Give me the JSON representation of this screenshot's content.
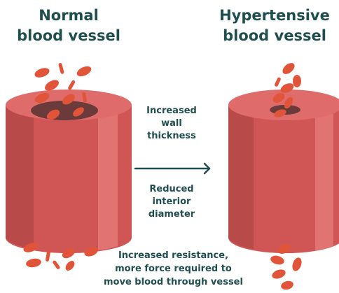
{
  "titles": {
    "normal": [
      "Normal",
      "blood vessel"
    ],
    "hypertensive": [
      "Hypertensive",
      "blood vessel"
    ]
  },
  "labels": {
    "wall_thickness": [
      "Increased",
      "wall",
      "thickness"
    ],
    "diameter": [
      "Reduced",
      "interior",
      "diameter"
    ],
    "resistance": [
      "Increased resistance,",
      "more force required to",
      "move blood through vessel"
    ]
  },
  "colors": {
    "vessel_light": "#e06b6b",
    "vessel_mid": "#d05656",
    "vessel_dark": "#b54444",
    "lumen": "#6b3a3a",
    "cell": "#e0553a",
    "text": "#1f4e4f"
  }
}
